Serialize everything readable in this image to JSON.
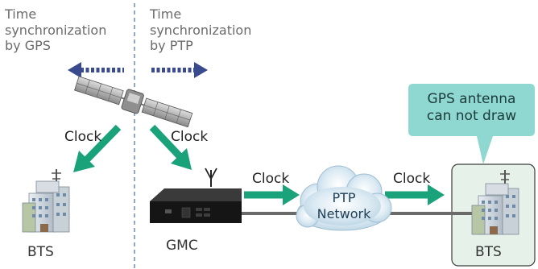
{
  "captions": {
    "gps": [
      "Time",
      "synchronization",
      "by GPS"
    ],
    "ptp": [
      "Time",
      "synchronization",
      "by PTP"
    ]
  },
  "clock_label": "Clock",
  "bts_label": "BTS",
  "gmc_label": "GMC",
  "ptp_network": [
    "PTP",
    "Network"
  ],
  "callout": [
    "GPS antenna",
    "can not draw"
  ],
  "colors": {
    "arrow_green": "#1aa37a",
    "dotted_arrow": "#3a4a8f",
    "callout_fill": "#8fd8d2",
    "highlight_fill": "#e6f2e9",
    "divider": "#4a6fa8",
    "cable": "#6a6a6a",
    "cloud": "#cfe3ee"
  }
}
